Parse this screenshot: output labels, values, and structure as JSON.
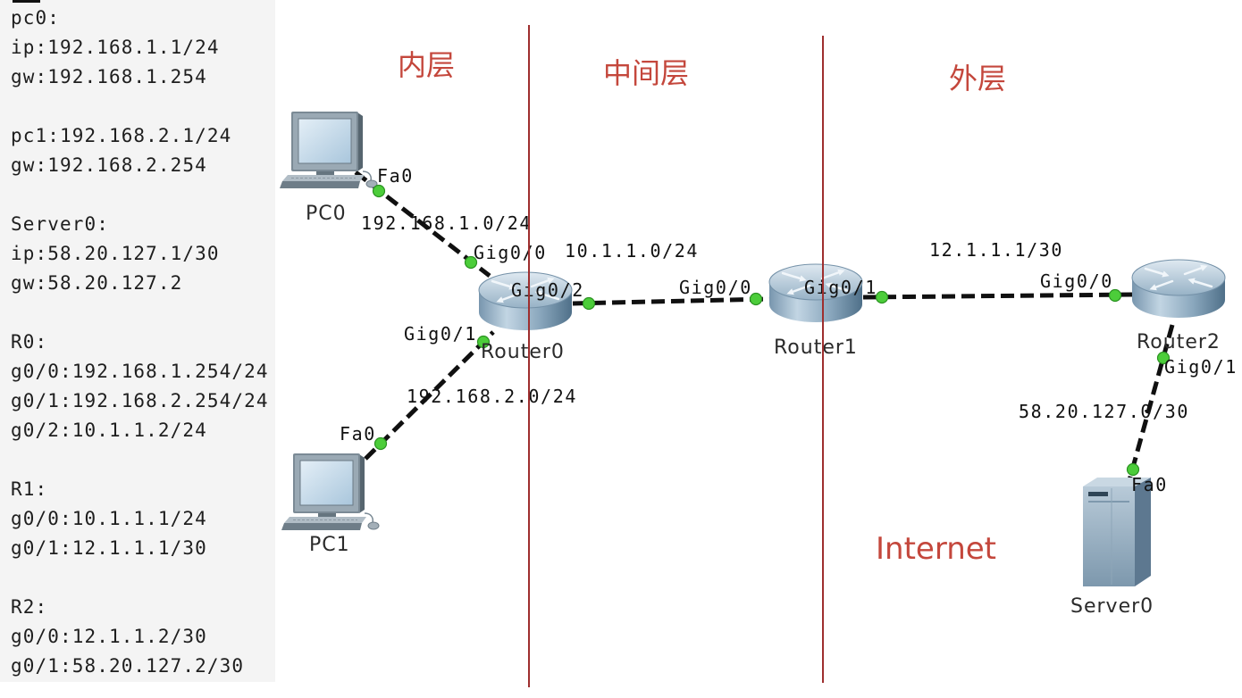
{
  "notes": {
    "groups": [
      {
        "lines": [
          "pc0:",
          "ip:192.168.1.1/24",
          "gw:192.168.1.254"
        ]
      },
      {
        "lines": [
          "pc1:192.168.2.1/24",
          "gw:192.168.2.254"
        ]
      },
      {
        "lines": [
          "Server0:",
          "ip:58.20.127.1/30",
          "gw:58.20.127.2"
        ]
      },
      {
        "lines": [
          "R0:",
          "g0/0:192.168.1.254/24",
          "g0/1:192.168.2.254/24",
          "g0/2:10.1.1.2/24"
        ]
      },
      {
        "lines": [
          "R1:",
          "g0/0:10.1.1.1/24",
          "g0/1:12.1.1.1/30"
        ]
      },
      {
        "lines": [
          "R2:",
          "g0/0:12.1.1.2/30",
          "g0/1:58.20.127.2/30"
        ]
      }
    ]
  },
  "zones": {
    "inner": "内层",
    "middle": "中间层",
    "outer": "外层",
    "internet": "Internet"
  },
  "devices": {
    "pc0": {
      "label": "PC0",
      "icon": "pc-icon"
    },
    "pc1": {
      "label": "PC1",
      "icon": "pc-icon"
    },
    "router0": {
      "label": "Router0",
      "icon": "router-icon"
    },
    "router1": {
      "label": "Router1",
      "icon": "router-icon"
    },
    "router2": {
      "label": "Router2",
      "icon": "router-icon"
    },
    "server0": {
      "label": "Server0",
      "icon": "server-icon"
    }
  },
  "links": {
    "pc0_router0": {
      "network": "192.168.1.0/24",
      "pc0_port": "Fa0",
      "router0_port": "Gig0/0"
    },
    "pc1_router0": {
      "network": "192.168.2.0/24",
      "pc1_port": "Fa0",
      "router0_port": "Gig0/1"
    },
    "router0_router1": {
      "network": "10.1.1.0/24",
      "router0_port": "Gig0/2",
      "router1_port": "Gig0/0"
    },
    "router1_router2": {
      "network": "12.1.1.1/30",
      "router1_port": "Gig0/1",
      "router2_port": "Gig0/0"
    },
    "router2_server0": {
      "network": "58.20.127.0/30",
      "router2_port": "Gig0/1",
      "server0_port": "Fa0"
    }
  },
  "colors": {
    "canvas_bg": "#ffffff",
    "notes_bg": "#f4f4f4",
    "divider": "#9e2e2e",
    "zone_label": "#c4473c",
    "link": "#101010",
    "port_dot": "#4ccd3a"
  }
}
